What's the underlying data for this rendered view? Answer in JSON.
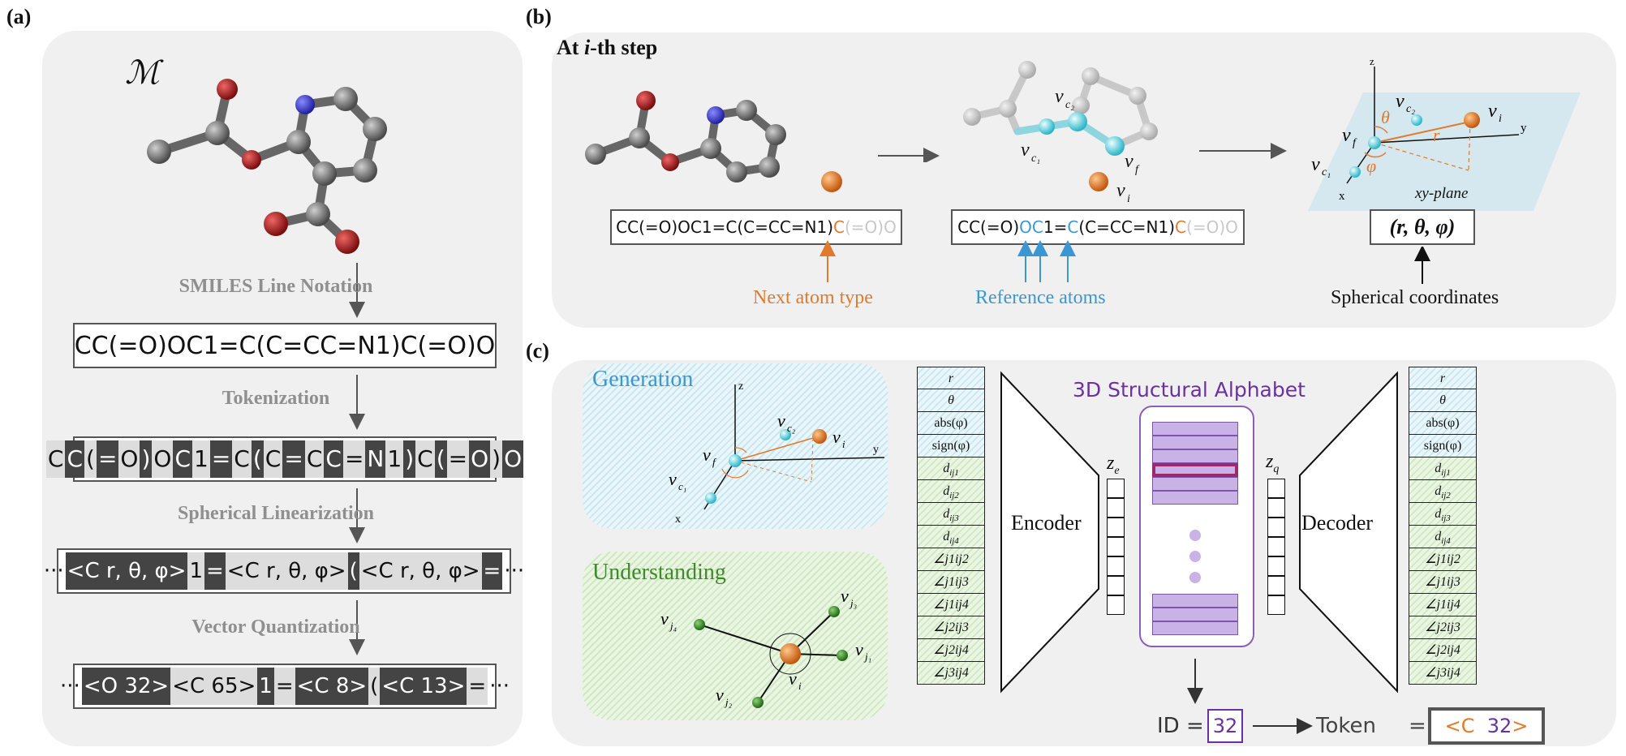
{
  "panel_a": {
    "label": "(a)",
    "molecule_symbol": "ℳ",
    "steps": [
      "SMILES Line Notation",
      "Tokenization",
      "Spherical Linearization",
      "Vector Quantization"
    ],
    "smiles": "CC(=O)OC1=C(C=CC=N1)C(=O)O",
    "tokens": [
      {
        "t": "C",
        "s": "lt"
      },
      {
        "t": "C",
        "s": "dk"
      },
      {
        "t": "(",
        "s": "lt"
      },
      {
        "t": "=",
        "s": "dk"
      },
      {
        "t": "O",
        "s": "lt"
      },
      {
        "t": ")",
        "s": "dk"
      },
      {
        "t": "O",
        "s": "lt"
      },
      {
        "t": "C",
        "s": "dk"
      },
      {
        "t": "1",
        "s": "lt"
      },
      {
        "t": "=",
        "s": "dk"
      },
      {
        "t": "C",
        "s": "lt"
      },
      {
        "t": "(",
        "s": "dk"
      },
      {
        "t": "C",
        "s": "lt"
      },
      {
        "t": "=",
        "s": "dk"
      },
      {
        "t": "C",
        "s": "lt"
      },
      {
        "t": "C",
        "s": "dk"
      },
      {
        "t": "=",
        "s": "lt"
      },
      {
        "t": "N",
        "s": "dk"
      },
      {
        "t": "1",
        "s": "lt"
      },
      {
        "t": ")",
        "s": "dk"
      },
      {
        "t": "C",
        "s": "lt"
      },
      {
        "t": "(",
        "s": "dk"
      },
      {
        "t": "=",
        "s": "lt"
      },
      {
        "t": "O",
        "s": "dk"
      },
      {
        "t": ")",
        "s": "lt"
      },
      {
        "t": "O",
        "s": "dk"
      }
    ],
    "spherical": [
      {
        "t": "···",
        "s": "plain"
      },
      {
        "t": "<C r, θ, φ>",
        "s": "dk"
      },
      {
        "t": "1",
        "s": "lt"
      },
      {
        "t": "=",
        "s": "dk"
      },
      {
        "t": "<C r, θ, φ>",
        "s": "lt"
      },
      {
        "t": "(",
        "s": "dk"
      },
      {
        "t": "<C r, θ, φ>",
        "s": "lt"
      },
      {
        "t": "=",
        "s": "dk"
      },
      {
        "t": "···",
        "s": "plain"
      }
    ],
    "quantized": [
      {
        "t": "···",
        "s": "plain"
      },
      {
        "t": "<O 32>",
        "s": "dk"
      },
      {
        "t": "<C 65>",
        "s": "lt"
      },
      {
        "t": "1",
        "s": "dk"
      },
      {
        "t": "=",
        "s": "lt"
      },
      {
        "t": "<C 8>",
        "s": "dk"
      },
      {
        "t": "(",
        "s": "lt"
      },
      {
        "t": "<C 13>",
        "s": "dk"
      },
      {
        "t": "=",
        "s": "lt"
      },
      {
        "t": "···",
        "s": "plain"
      }
    ]
  },
  "panel_b": {
    "label": "(b)",
    "title_prefix": "At ",
    "title_var": "i",
    "title_suffix": "-th step",
    "smiles_1": {
      "main": "CC(=O)OC1=C(C=CC=N1)",
      "next": "C",
      "rest": "(=O)O"
    },
    "smiles_2": {
      "a": "CC(=O)",
      "b": "OC",
      "c": "1=",
      "d": "C",
      "e": "(C=CC=N1)",
      "f": "C",
      "g": "(=O)O"
    },
    "next_atom_label": "Next atom type",
    "reference_label": "Reference atoms",
    "coords_box": "(r, θ, φ)",
    "coords_label": "Spherical coordinates",
    "xy_plane": "xy-plane"
  },
  "panel_c": {
    "label": "(c)",
    "generation": "Generation",
    "understanding": "Understanding",
    "encoder": "Encoder",
    "decoder": "Decoder",
    "alphabet_title": "3D Structural Alphabet",
    "ze": "z",
    "ze_sub": "e",
    "zq": "z",
    "zq_sub": "q",
    "features": [
      "r",
      "θ",
      "abs(φ)",
      "sign(φ)",
      "d_ij1",
      "d_ij2",
      "d_ij3",
      "d_ij4",
      "∠j1ij2",
      "∠j1ij3",
      "∠j1ij4",
      "∠j2ij3",
      "∠j2ij4",
      "∠j3ij4"
    ],
    "id_label": "ID =",
    "id_value": "32",
    "token_label": "Token",
    "token_eq": "=",
    "token_elem": "<C",
    "token_num": "32",
    "token_close": ">"
  },
  "colors": {
    "orange": "#e07a2d",
    "blue": "#3b97d3",
    "purple": "#6a329f",
    "green_hatch": "#cfe8c2",
    "panel_bg": "#f0f0f0"
  }
}
